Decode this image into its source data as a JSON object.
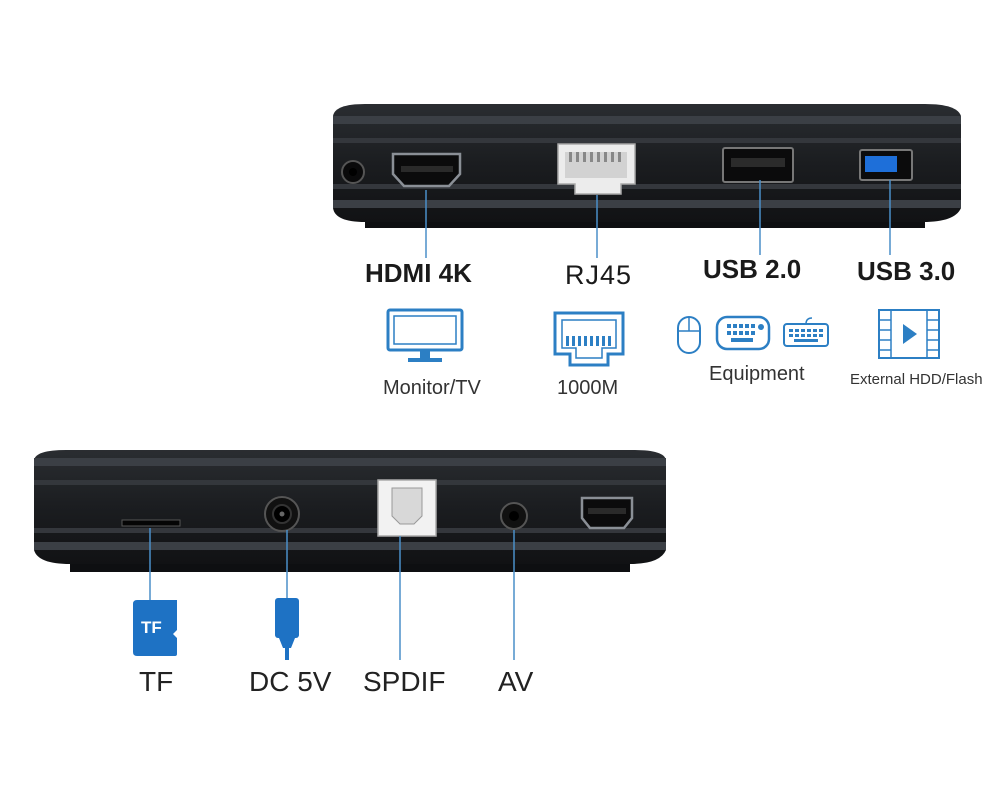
{
  "top": {
    "ports": [
      {
        "id": "hdmi",
        "label": "HDMI 4K",
        "sub": "Monitor/TV",
        "icon": "monitor-icon"
      },
      {
        "id": "rj45",
        "label": "RJ45",
        "sub": "1000M",
        "icon": "ethernet-port-icon"
      },
      {
        "id": "usb2",
        "label": "USB 2.0",
        "sub": "Equipment",
        "icons": [
          "mouse-icon",
          "remote-keyboard-icon",
          "keyboard-icon"
        ]
      },
      {
        "id": "usb3",
        "label": "USB 3.0",
        "sub": "External HDD/Flash",
        "icon": "video-file-icon"
      }
    ]
  },
  "bottom": {
    "ports": [
      {
        "id": "tf",
        "label": "TF",
        "icon": "sd-card-icon",
        "icon_text": "TF"
      },
      {
        "id": "dc",
        "label": "DC 5V",
        "icon": "power-plug-icon"
      },
      {
        "id": "spdif",
        "label": "SPDIF"
      },
      {
        "id": "av",
        "label": "AV"
      }
    ]
  },
  "colors": {
    "device_body": "#1f2124",
    "device_stripe": "#3b3f45",
    "leader_line": "#4a8fc8",
    "icon_blue": "#2c7fc4",
    "usb3_blue": "#1e6fd9"
  }
}
